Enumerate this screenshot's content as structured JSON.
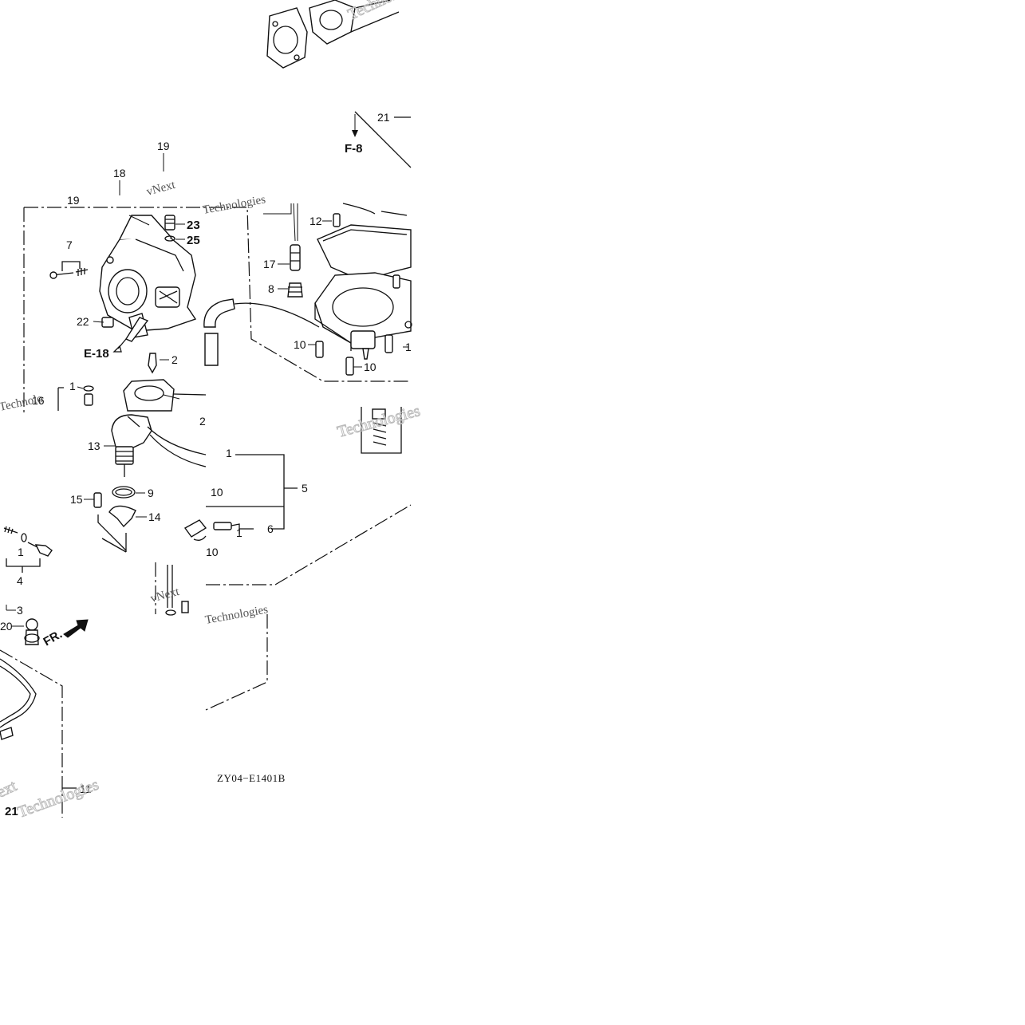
{
  "callouts": [
    {
      "id": "c19a",
      "text": "19"
    },
    {
      "id": "c18",
      "text": "18"
    },
    {
      "id": "c19b",
      "text": "19"
    },
    {
      "id": "c23",
      "text": "23"
    },
    {
      "id": "c25",
      "text": "25"
    },
    {
      "id": "c7",
      "text": "7"
    },
    {
      "id": "c22",
      "text": "22"
    },
    {
      "id": "c2",
      "text": "2"
    },
    {
      "id": "c1a",
      "text": "1"
    },
    {
      "id": "c13",
      "text": "13"
    },
    {
      "id": "c9",
      "text": "9"
    },
    {
      "id": "c15",
      "text": "15"
    },
    {
      "id": "c14",
      "text": "14"
    },
    {
      "id": "c1b",
      "text": "1"
    },
    {
      "id": "c4",
      "text": "4"
    },
    {
      "id": "c3",
      "text": "3"
    },
    {
      "id": "c20",
      "text": "20"
    },
    {
      "id": "c21a",
      "text": "21"
    },
    {
      "id": "c12",
      "text": "12"
    },
    {
      "id": "c17",
      "text": "17"
    },
    {
      "id": "c8",
      "text": "8"
    },
    {
      "id": "c10a",
      "text": "10"
    },
    {
      "id": "c10b",
      "text": "10"
    },
    {
      "id": "c1c",
      "text": "1"
    },
    {
      "id": "c1d",
      "text": "1"
    },
    {
      "id": "c5",
      "text": "5"
    },
    {
      "id": "c10c",
      "text": "10"
    },
    {
      "id": "c1e",
      "text": "1"
    },
    {
      "id": "c6",
      "text": "6"
    },
    {
      "id": "c10d",
      "text": "10"
    },
    {
      "id": "c11",
      "text": "11"
    },
    {
      "id": "c21b",
      "text": "21"
    },
    {
      "id": "c16",
      "text": "16"
    },
    {
      "id": "c2b",
      "text": "2"
    }
  ],
  "references": {
    "e18": "E-18",
    "f8": "F-8",
    "front": "FR."
  },
  "diagram_code": "ZY04−E1401B",
  "watermarks": [
    "vNext",
    "Technologies",
    "Technolo",
    "ext"
  ]
}
